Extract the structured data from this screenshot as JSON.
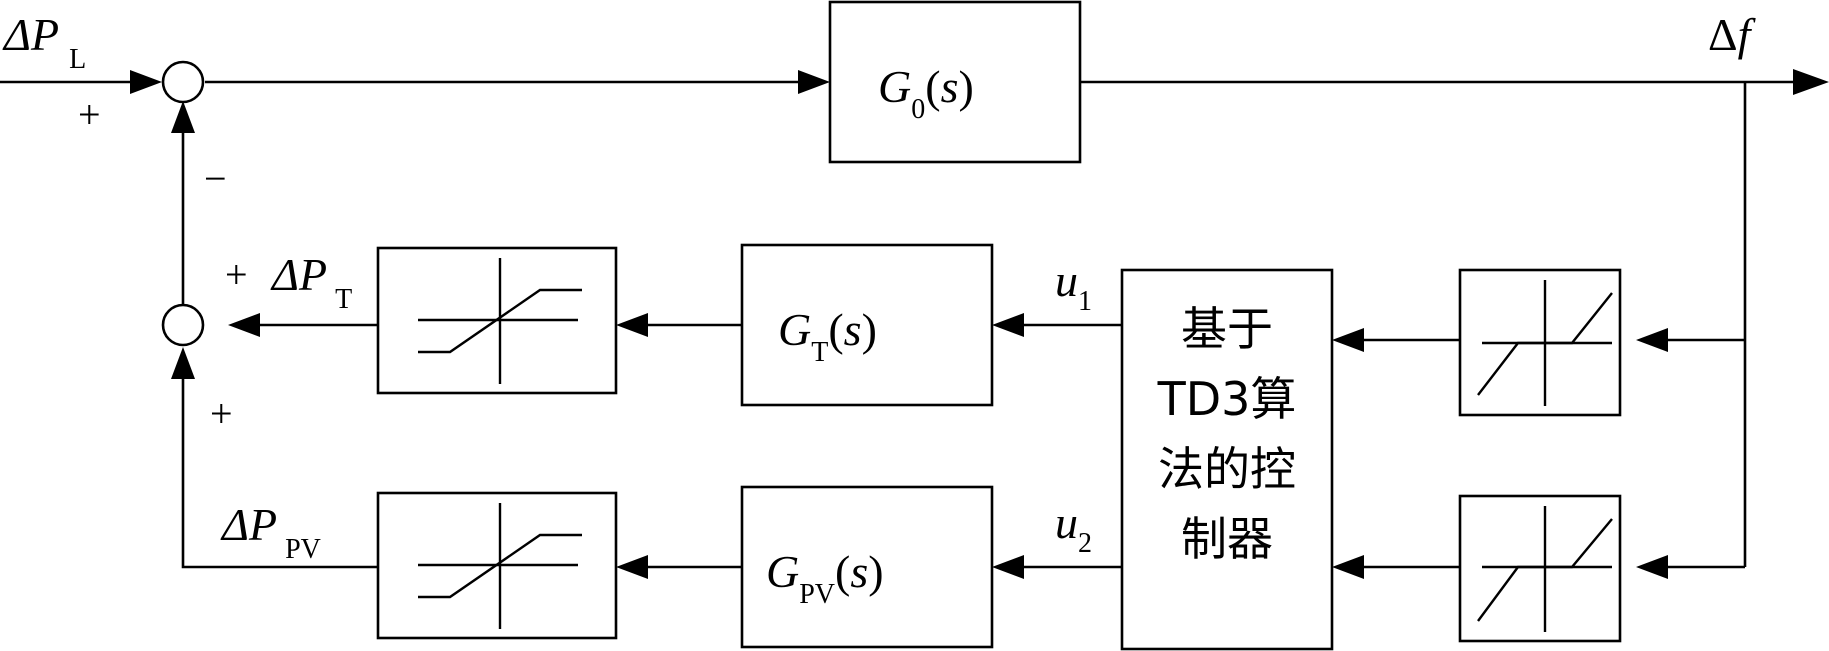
{
  "inputs": {
    "load_symbol": "ΔP",
    "load_sub": "L",
    "output_symbol": "Δ",
    "output_var": "f"
  },
  "signs": {
    "load_plus": "+",
    "feedback_minus": "−",
    "thermal_plus": "+",
    "pv_plus": "+"
  },
  "plant": {
    "name": "G",
    "sub": "0",
    "open": "(",
    "var": "s",
    "close": ")"
  },
  "thermal": {
    "tf_name": "G",
    "tf_sub": "T",
    "open": "(",
    "var": "s",
    "close": ")",
    "signal": "ΔP",
    "signal_sub": "T",
    "control": "u",
    "control_sub": "1"
  },
  "pv": {
    "tf_name": "G",
    "tf_sub": "PV",
    "open": "(",
    "var": "s",
    "close": ")",
    "signal": "ΔP",
    "signal_sub": "PV",
    "control": "u",
    "control_sub": "2"
  },
  "controller": {
    "lines": [
      "基于",
      "TD3算",
      "法的控",
      "制器"
    ]
  }
}
